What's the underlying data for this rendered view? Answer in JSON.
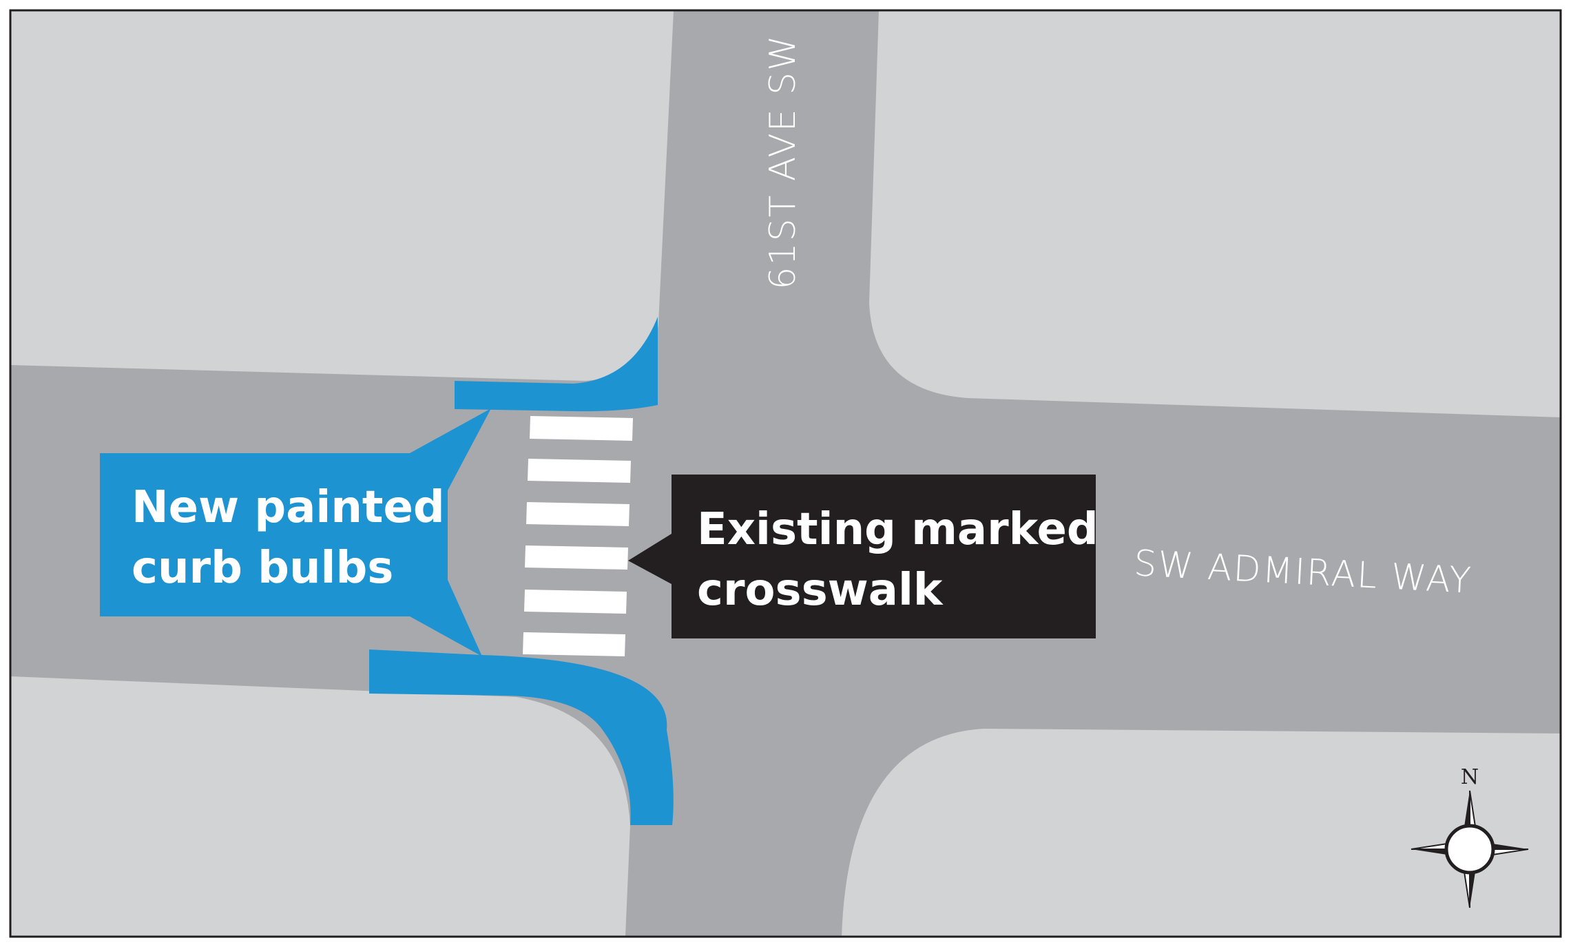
{
  "streets": {
    "north_south": "61ST AVE SW",
    "east_west": "SW ADMIRAL WAY"
  },
  "callouts": {
    "curb_bulbs": {
      "line1": "New painted",
      "line2": "curb bulbs",
      "color": "#1e93d2"
    },
    "crosswalk": {
      "line1": "Existing marked",
      "line2": "crosswalk",
      "color": "#231f20"
    }
  },
  "compass": {
    "label": "N",
    "icon": "compass-rose-icon"
  },
  "colors": {
    "block": "#d1d3d4",
    "road": "#a7a9ac",
    "curb_bulb": "#1e93d2",
    "crosswalk_stripe": "#ffffff",
    "frame": "#231f20"
  }
}
